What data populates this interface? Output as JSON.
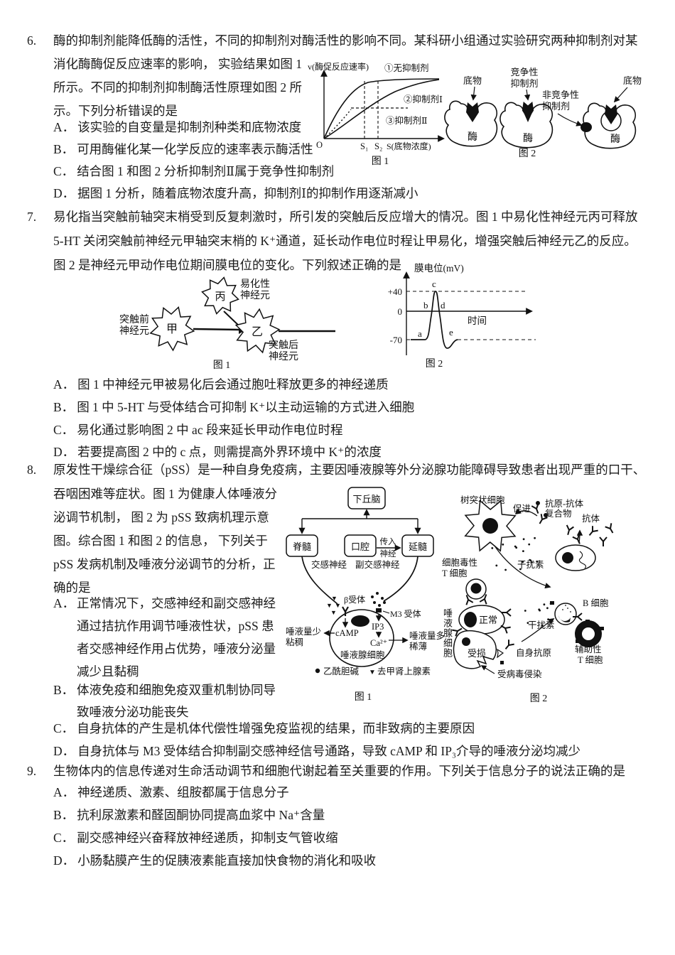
{
  "q6": {
    "number": "6.",
    "lines": [
      "酶的抑制剂能降低酶的活性，不同的抑制剂对酶活性的影响不同。某科研小组通过实验研究两种抑制剂对某",
      "消化酶酶促反应速率的影响， 实验结果如图 1",
      "所示。不同的抑制剂抑制酶活性原理如图 2 所",
      "示。下列分析错误的是"
    ],
    "options": [
      {
        "label": "A．",
        "text": "该实验的自变量是抑制剂种类和底物浓度"
      },
      {
        "label": "B．",
        "text": "可用酶催化某一化学反应的速率表示酶活性"
      },
      {
        "label": "C．",
        "text": "结合图 1 和图 2 分析抑制剂Ⅱ属于竞争性抑制剂"
      },
      {
        "label": "D．",
        "text": "据图 1 分析，随着底物浓度升高，抑制剂Ⅰ的抑制作用逐渐减小"
      }
    ],
    "fig1": {
      "y_label": "v(酶促反应速率)",
      "x_label": "S(底物浓度)",
      "origin": "O",
      "s1": "S₁",
      "s2": "S₂",
      "curve1": "①无抑制剂",
      "curve2": "②抑制剂Ⅰ",
      "curve3": "③抑制剂Ⅱ",
      "caption": "图 1"
    },
    "fig2": {
      "substrate_left": "底物",
      "competitive_1": "竞争性",
      "competitive_2": "抑制剂",
      "noncompetitive_1": "非竞争性",
      "noncompetitive_2": "抑制剂",
      "substrate_right": "底物",
      "enzyme": "酶",
      "caption": "图 2"
    }
  },
  "q7": {
    "number": "7.",
    "lines": [
      "易化指当突触前轴突末梢受到反复刺激时，所引发的突触后反应增大的情况。图 1 中易化性神经元丙可释放",
      "5-HT 关闭突触前神经元甲轴突末梢的 K⁺通道，延长动作电位时程让甲易化，增强突触后神经元乙的反应。",
      "图 2 是神经元甲动作电位期间膜电位的变化。下列叙述正确的是"
    ],
    "options": [
      {
        "label": "A．",
        "text": "图 1 中神经元甲被易化后会通过胞吐释放更多的神经递质"
      },
      {
        "label": "B．",
        "text": "图 1 中 5-HT 与受体结合可抑制 K⁺以主动运输的方式进入细胞"
      },
      {
        "label": "C．",
        "text": "易化通过影响图 2 中 ac 段来延长甲动作电位时程"
      },
      {
        "label": "D．",
        "text": "若要提高图 2 中的 c 点，则需提高外界环境中 K⁺的浓度"
      }
    ],
    "fig1": {
      "neuron_top": "丙",
      "neuron_left": "甲",
      "neuron_right": "乙",
      "facilitating_1": "易化性",
      "facilitating_2": "神经元",
      "presynaptic_1": "突触前",
      "presynaptic_2": "神经元",
      "postsynaptic_1": "突触后",
      "postsynaptic_2": "神经元",
      "caption": "图 1"
    },
    "fig2": {
      "y_label": "膜电位(mV)",
      "x_label": "时间",
      "tick_top": "+40",
      "tick_zero": "0",
      "tick_bottom": "-70",
      "pt_a": "a",
      "pt_b": "b",
      "pt_c": "c",
      "pt_d": "d",
      "pt_e": "e",
      "caption": "图 2"
    }
  },
  "q8": {
    "number": "8.",
    "line1": "原发性干燥综合征（pSS）是一种自身免疫病，主要因唾液腺等外分泌腺功能障碍导致患者出现严重的口干、",
    "left_lines": [
      "吞咽困难等症状。图 1 为健康人体唾液分",
      "泌调节机制， 图 2 为 pSS 致病机理示意",
      "图。综合图 1 和图 2 的信息， 下列关于",
      "pSS 发病机制及唾液分泌调节的分析，正",
      "确的是"
    ],
    "option_a": {
      "label": "A．",
      "lines": [
        "正常情况下，交感神经和副交感神经",
        "通过拮抗作用调节唾液性状，pSS 患",
        "者交感神经作用占优势，唾液分泌量",
        "减少且黏稠"
      ]
    },
    "option_b": {
      "label": "B．",
      "lines": [
        "体液免疫和细胞免疫双重机制协同导",
        "致唾液分泌功能丧失"
      ]
    },
    "option_c": {
      "label": "C．",
      "text": "自身抗体的产生是机体代偿性增强免疫监视的结果，而非致病的主要原因"
    },
    "option_d": {
      "label": "D．",
      "text": "自身抗体与 M3 受体结合抑制副交感神经信号通路，导致 cAMP 和 IP₃介导的唾液分泌均减少"
    },
    "fig1": {
      "hypothalamus": "下丘脑",
      "spinal_cord": "脊髓",
      "mouth": "口腔",
      "medulla": "延髓",
      "afferent_1": "传入",
      "afferent_2": "神经",
      "sympathetic": "交感神经",
      "parasympathetic": "副交感神经",
      "beta_receptor": "β受体",
      "m3_receptor": "M3 受体",
      "camp": "cAMP",
      "ip3": "IP3",
      "ca": "Ca²⁺",
      "cell": "唾液腺细胞",
      "less_1": "唾液量少",
      "less_2": "粘稠",
      "more_1": "唾液量多",
      "more_2": "稀薄",
      "legend_dot": "●",
      "legend_ach": "乙酰胆碱",
      "legend_tri": "▼",
      "legend_ne": "去甲肾上腺素",
      "caption": "图 1"
    },
    "fig2": {
      "dendritic": "树突状细胞",
      "promote": "促进",
      "complex_1": "抗原-抗体",
      "complex_2": "复合物",
      "antibody": "抗体",
      "ctl_1": "细胞毒性",
      "ctl_2": "T 细胞",
      "ifn_top": "干扰素",
      "ifn_bottom": "干扰素",
      "gland_cell": "唾液腺细胞",
      "normal": "正常",
      "damaged": "受损",
      "self_antigen": "自身抗原",
      "virus": "受病毒侵染",
      "b_cell": "B 细胞",
      "helper_1": "辅助性",
      "helper_2": "T 细胞",
      "caption": "图 2"
    }
  },
  "q9": {
    "number": "9.",
    "line1": "生物体内的信息传递对生命活动调节和细胞代谢起着至关重要的作用。下列关于信息分子的说法正确的是",
    "options": [
      {
        "label": "A．",
        "text": "神经递质、激素、组胺都属于信息分子"
      },
      {
        "label": "B．",
        "text": "抗利尿激素和醛固酮协同提高血浆中 Na⁺含量"
      },
      {
        "label": "C．",
        "text": "副交感神经兴奋释放神经递质，抑制支气管收缩"
      },
      {
        "label": "D．",
        "text": "小肠黏膜产生的促胰液素能直接加快食物的消化和吸收"
      }
    ]
  }
}
